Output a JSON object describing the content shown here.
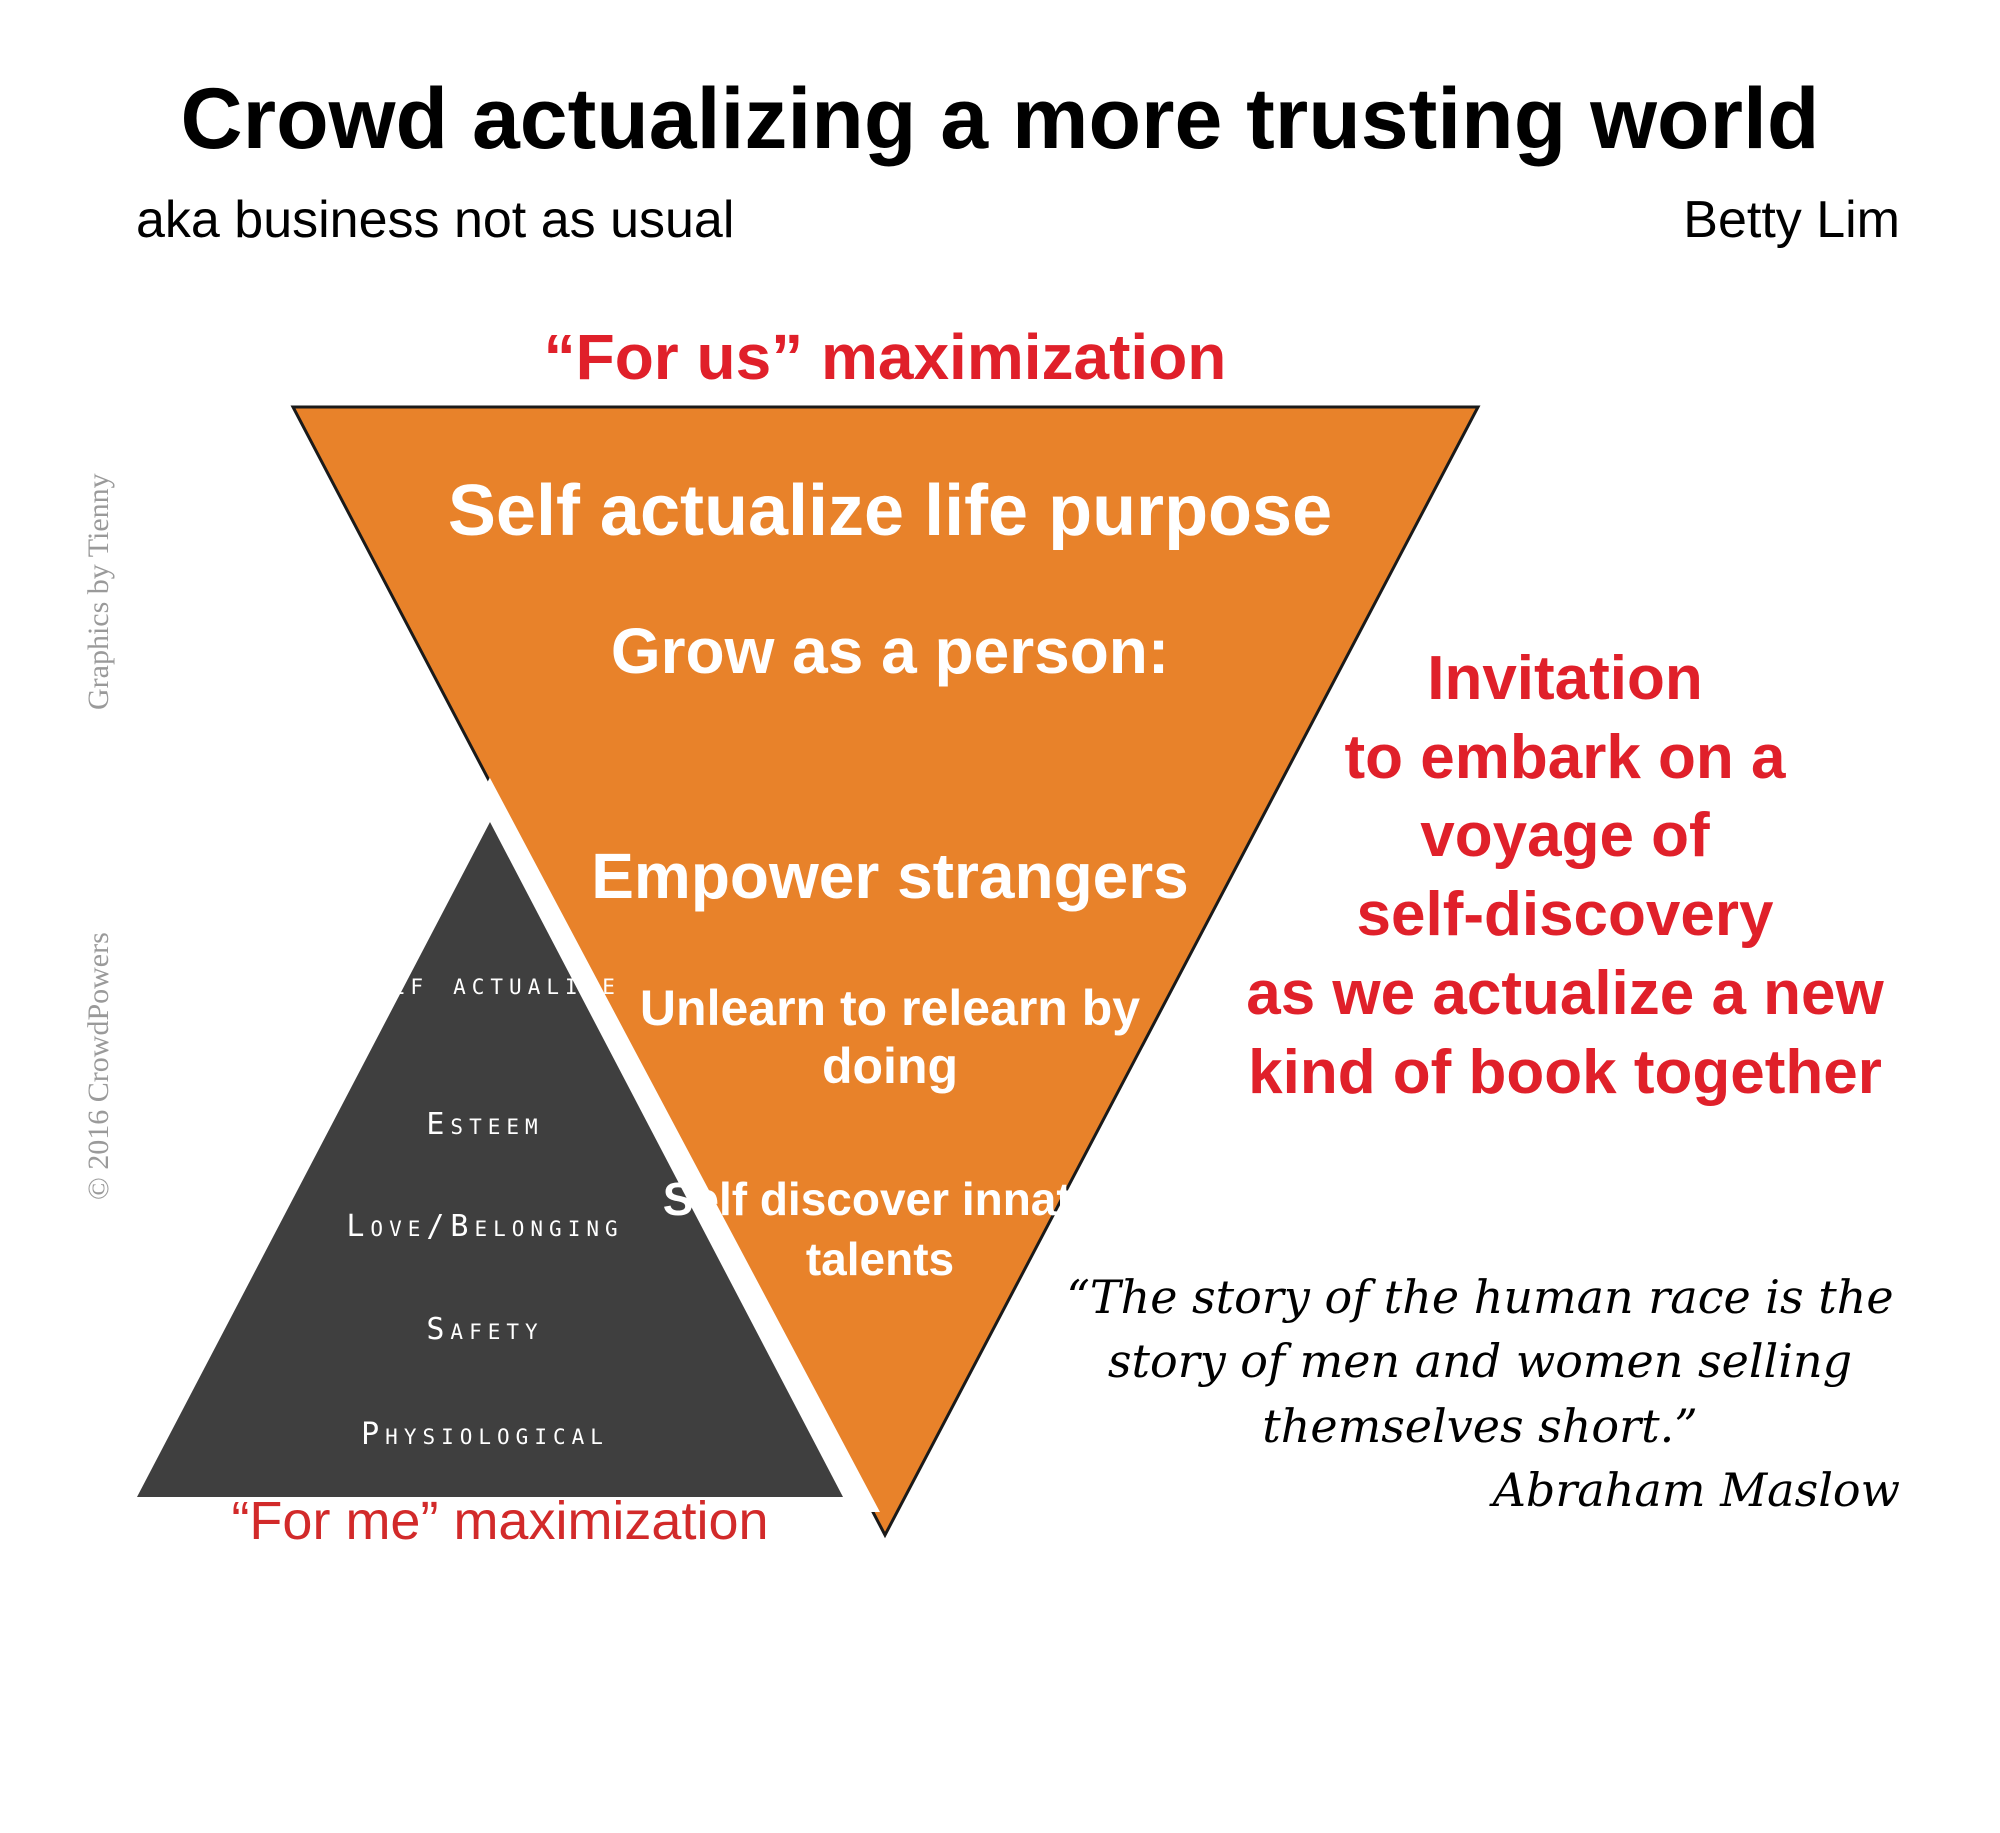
{
  "header": {
    "title": "Crowd actualizing a more trusting world",
    "subtitle": "aka business not as usual",
    "author": "Betty Lim"
  },
  "inverted_triangle": {
    "top_label": "“For us” maximization",
    "fill_color": "#e8822a",
    "items": [
      "Self actualize life purpose",
      "Grow as a person:",
      "Empower strangers",
      "Unlearn to relearn by doing",
      "Self discover innate talents"
    ]
  },
  "pyramid": {
    "fill_color": "#3f3f3f",
    "levels": [
      "Self actualize",
      "Esteem",
      "Love/Belonging",
      "Safety",
      "Physiological"
    ],
    "bottom_label": "“For me” maximization"
  },
  "invitation": {
    "lines": [
      "Invitation",
      "to embark on a",
      "voyage of",
      "self-discovery",
      "as we actualize a new",
      "kind of book together"
    ],
    "color": "#e0202a"
  },
  "quote": {
    "text": "“The story of the human race is the story of men and women selling themselves short.”",
    "author": "Abraham Maslow"
  },
  "credits": {
    "graphics": "Graphics by Tienny",
    "copyright": "© 2016 CrowdPowers"
  }
}
